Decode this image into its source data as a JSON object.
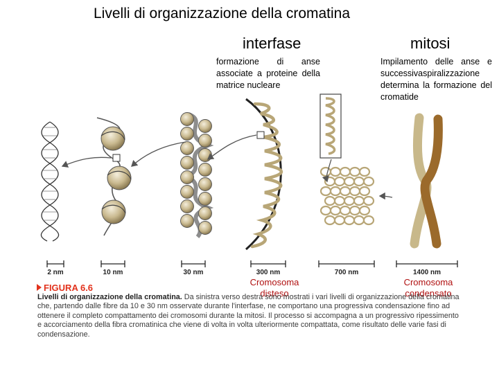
{
  "title": "Livelli di organizzazione della cromatina",
  "interphase": {
    "heading": "interfase",
    "description": "formazione di anse associate a proteine della matrice nucleare",
    "label": [
      "Cromosoma",
      "disteso"
    ]
  },
  "mitosis": {
    "heading": "mitosi",
    "description": "Impilamento delle anse e successivaspiralizzazione determina la formazione del cromatide",
    "label": [
      "Cromosoma",
      "condensato"
    ]
  },
  "scale_bars": [
    "2 nm",
    "10 nm",
    "30 nm",
    "300 nm",
    "700 nm",
    "1400 nm"
  ],
  "figure": {
    "tag": "FIGURA 6.6",
    "caption_bold": "Livelli di organizzazione della cromatina.",
    "caption_text": " Da sinistra verso destra sono mostrati i vari livelli di organizzazione della cromatina che, partendo dalle fibre da 10 e 30 nm osservate durante l'interfase, ne comportano una progressiva condensazione fino ad ottenere il completo compattamento dei cromosomi durante la mitosi. Il processo si accompagna a un progressivo ripessimento e accorciamento della fibra cromatinica che viene di volta in volta ulteriormente compattata, come risultato delle varie fasi di condensazione."
  },
  "colors": {
    "arrow": "#555555",
    "nucleosome": "#c9b98f",
    "chromatid_light": "#c8b88a",
    "chromatid_dark": "#9b6a2b",
    "label_red": "#b01010",
    "figure_tag": "#e2321c"
  }
}
